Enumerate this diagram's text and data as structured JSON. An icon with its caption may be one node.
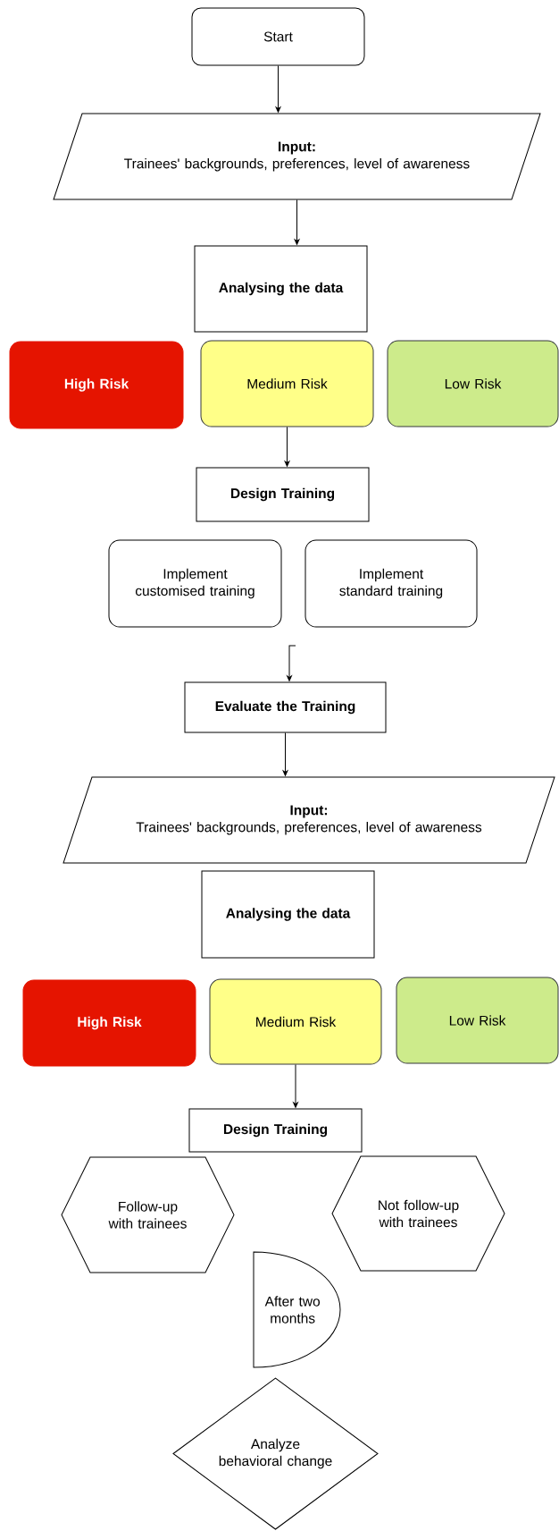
{
  "diagram": {
    "nodes": [
      {
        "text": [
          "Start"
        ]
      },
      {
        "text": [
          "Input:",
          "Trainees' backgrounds, preferences, level of awareness"
        ]
      },
      {
        "text": [
          "Analysing the data"
        ]
      },
      {
        "text": [
          "High Risk"
        ]
      },
      {
        "text": [
          "Medium Risk"
        ]
      },
      {
        "text": [
          "Low Risk"
        ]
      },
      {
        "text": [
          "Design Training"
        ]
      },
      {
        "text": [
          "Implement customised training"
        ]
      },
      {
        "text": [
          "Implement standard training"
        ]
      },
      {
        "text": [
          "Evaluate the Training"
        ]
      },
      {
        "text": [
          "Input:",
          "Trainees' backgrounds, preferences, level of awareness"
        ]
      },
      {
        "text": [
          "Analysing the data"
        ]
      },
      {
        "text": [
          "High Risk"
        ]
      },
      {
        "text": [
          "Medium Risk"
        ]
      },
      {
        "text": [
          "Low Risk"
        ]
      },
      {
        "text": [
          "Design Training"
        ]
      },
      {
        "text": [
          "Follow-up with trainees"
        ]
      },
      {
        "text": [
          "Not follow-up with trainees"
        ]
      },
      {
        "text": [
          "After two months"
        ]
      },
      {
        "text": [
          "Analyze behavioral change"
        ]
      }
    ],
    "edges": [
      {
        "from": 0,
        "to": 1,
        "arrow": "to"
      },
      {
        "from": 1,
        "to": 2,
        "arrow": "to"
      },
      {
        "from": 4,
        "to": 6,
        "arrow": "to"
      },
      {
        "from": null,
        "to": 9,
        "arrow": "to"
      },
      {
        "from": 9,
        "to": 10,
        "arrow": "to"
      },
      {
        "from": 13,
        "to": 15,
        "arrow": "to"
      }
    ]
  }
}
